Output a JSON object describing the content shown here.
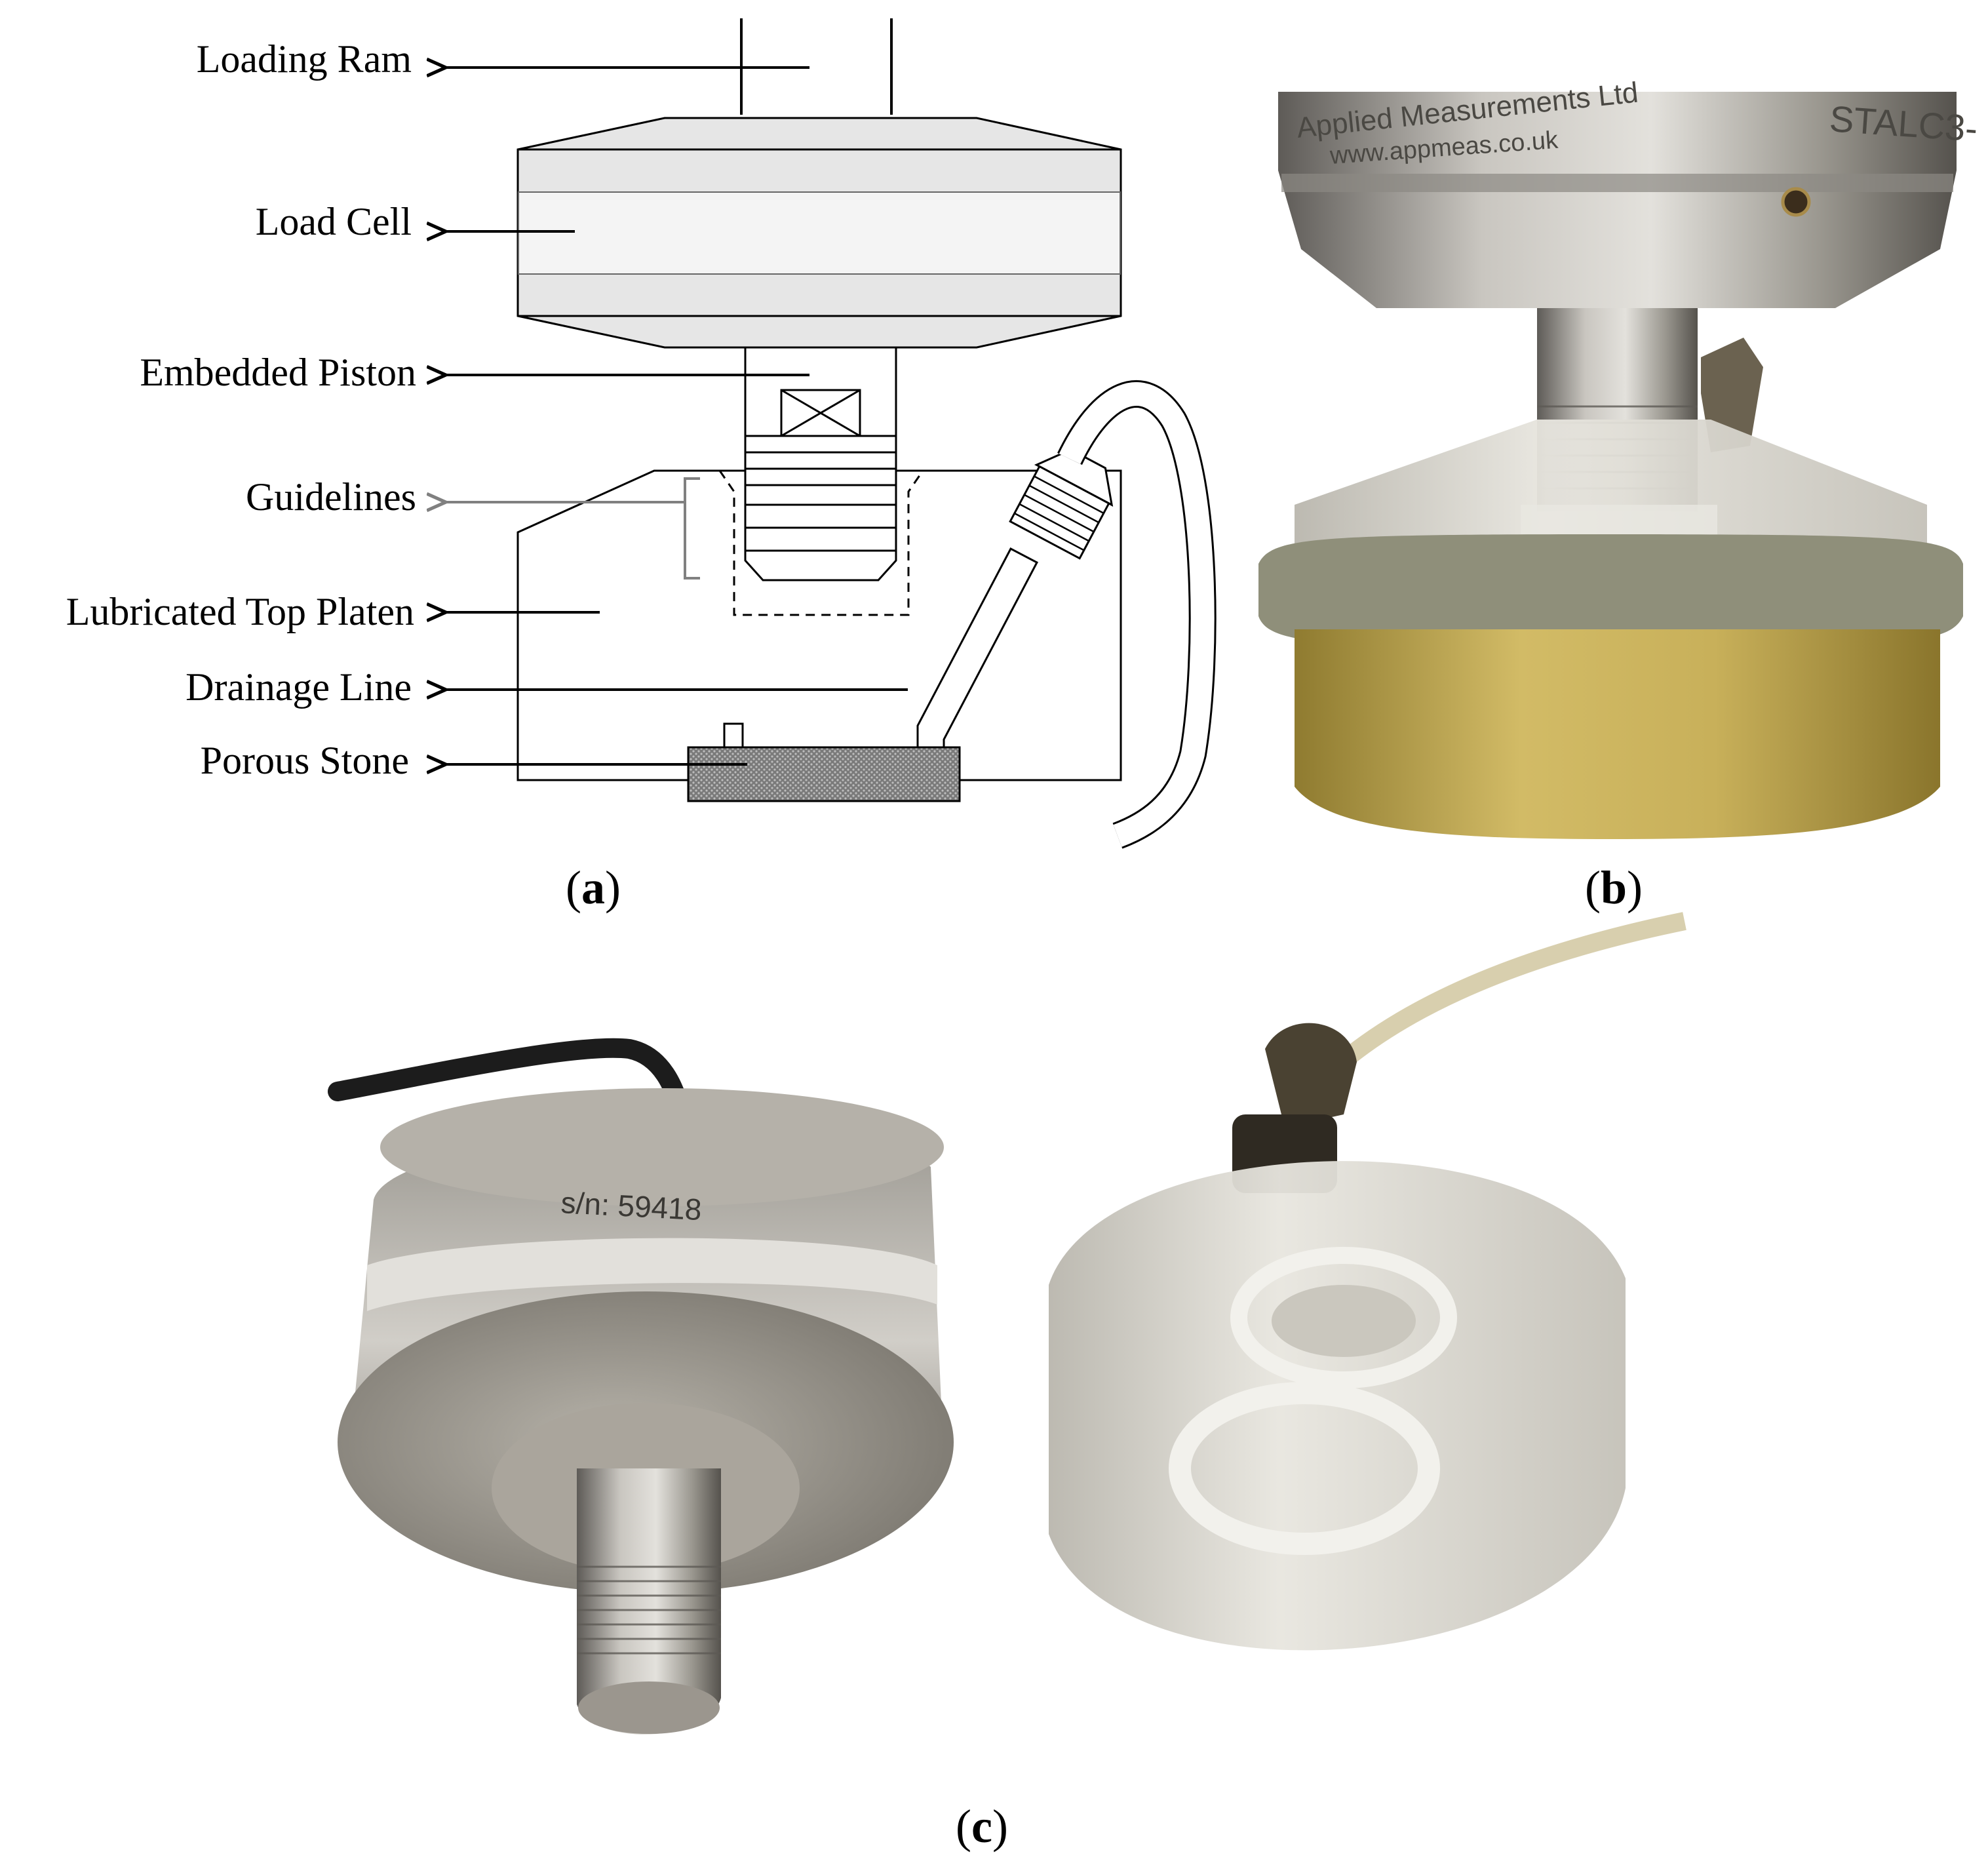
{
  "panel_a": {
    "labels": {
      "loading_ram": "Loading Ram",
      "load_cell": "Load Cell",
      "embedded_piston": "Embedded Piston",
      "guidelines": "Guidelines",
      "lubricated_top_platen": "Lubricated Top Platen",
      "drainage_line": "Drainage Line",
      "porous_stone": "Porous Stone"
    },
    "caption_open": "(",
    "caption_letter": "a",
    "caption_close": ")"
  },
  "panel_b": {
    "engraving_brand": "Applied Measurements Ltd",
    "engraving_url": "www.appmeas.co.uk",
    "engraving_model": "STALC3-",
    "caption_open": "(",
    "caption_letter": "b",
    "caption_close": ")"
  },
  "panel_c": {
    "serial_text": "s/n: 59418",
    "caption_open": "(",
    "caption_letter": "c",
    "caption_close": ")"
  },
  "colors": {
    "line": "#000000",
    "guideline_gray": "#808080",
    "loadcell_fill": "#e6e6e6",
    "steel_light": "#c9c6c0",
    "steel_dark": "#6f6c67",
    "brass": "#c6ad58",
    "acrylic": "#dedbd2"
  }
}
